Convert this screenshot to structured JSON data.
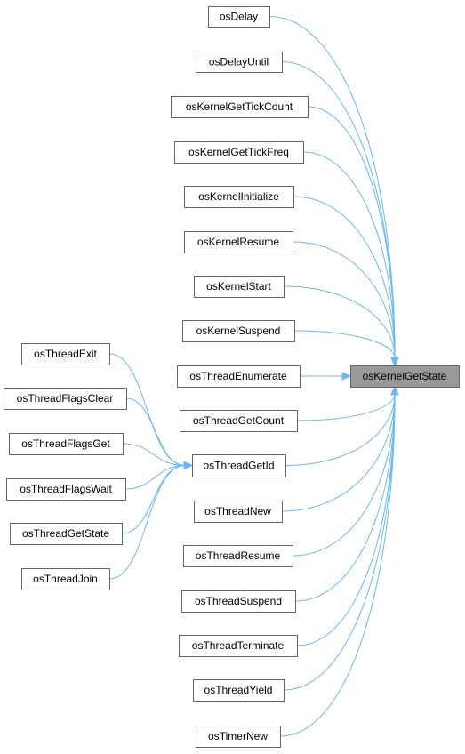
{
  "graph": {
    "root": "osKernelGetState",
    "secondary": "osThreadGetId",
    "edge_color": "#63b8ff",
    "root_fill": "#999999",
    "callers_of_root": [
      "osDelay",
      "osDelayUntil",
      "osKernelGetTickCount",
      "osKernelGetTickFreq",
      "osKernelInitialize",
      "osKernelResume",
      "osKernelStart",
      "osKernelSuspend",
      "osThreadEnumerate",
      "osThreadGetCount",
      "osThreadGetId",
      "osThreadNew",
      "osThreadResume",
      "osThreadSuspend",
      "osThreadTerminate",
      "osThreadYield",
      "osTimerNew"
    ],
    "callers_of_secondary": [
      "osThreadExit",
      "osThreadFlagsClear",
      "osThreadFlagsGet",
      "osThreadFlagsWait",
      "osThreadGetState",
      "osThreadJoin"
    ]
  }
}
